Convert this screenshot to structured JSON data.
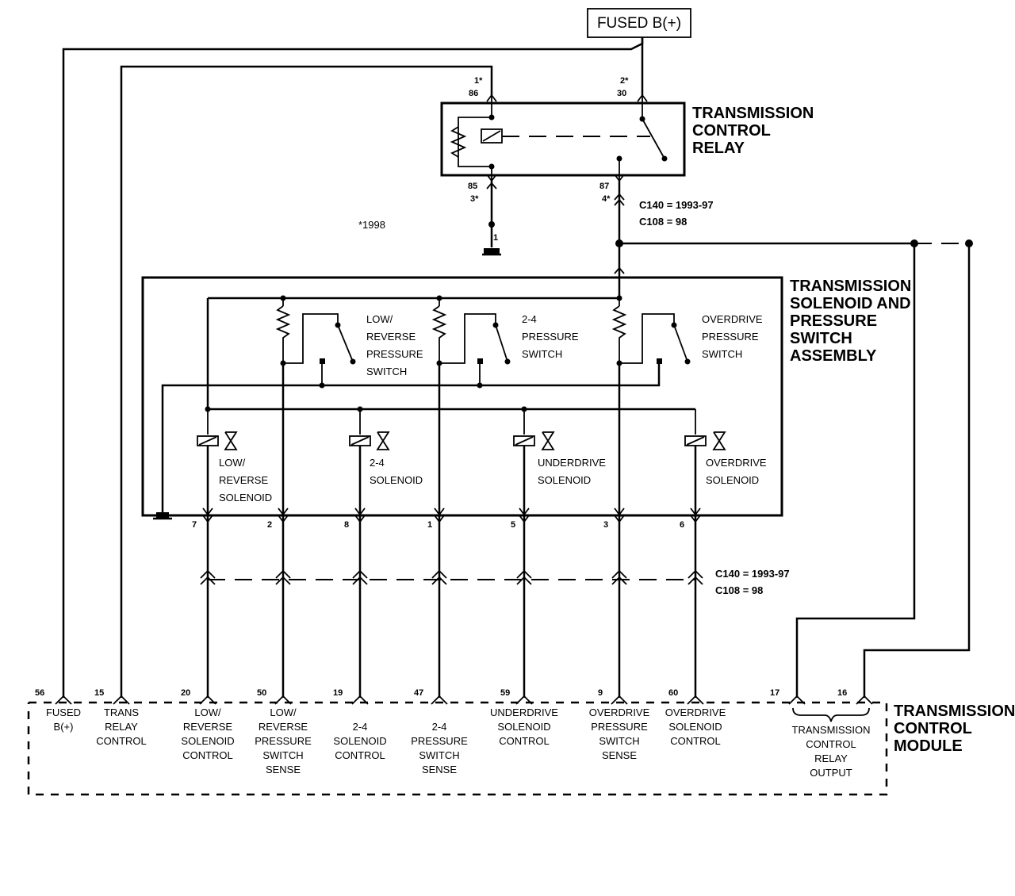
{
  "power": {
    "label": "FUSED B(+)"
  },
  "relay": {
    "title": [
      "TRANSMISSION",
      "CONTROL",
      "RELAY"
    ],
    "pin86": {
      "star": "1*",
      "num": "86"
    },
    "pin30": {
      "star": "2*",
      "num": "30"
    },
    "pin85": {
      "num": "85",
      "star": "3*"
    },
    "pin87": {
      "num": "87",
      "star": "4*"
    },
    "ground_pin": "1"
  },
  "note_1998": "*1998",
  "connector_top": {
    "line1": "C140 = 1993-97",
    "line2": "C108 = 98"
  },
  "connector_bottom": {
    "line1": "C140 = 1993-97",
    "line2": "C108 = 98"
  },
  "assembly": {
    "title": [
      "TRANSMISSION",
      "SOLENOID AND",
      "PRESSURE",
      "SWITCH",
      "ASSEMBLY"
    ],
    "switches": [
      {
        "lines": [
          "LOW/",
          "REVERSE",
          "PRESSURE",
          "SWITCH"
        ]
      },
      {
        "lines": [
          "2-4",
          "PRESSURE",
          "SWITCH"
        ]
      },
      {
        "lines": [
          "OVERDRIVE",
          "PRESSURE",
          "SWITCH"
        ]
      }
    ],
    "solenoids": [
      {
        "lines": [
          "LOW/",
          "REVERSE",
          "SOLENOID"
        ]
      },
      {
        "lines": [
          "2-4",
          "SOLENOID"
        ]
      },
      {
        "lines": [
          "UNDERDRIVE",
          "SOLENOID"
        ]
      },
      {
        "lines": [
          "OVERDRIVE",
          "SOLENOID"
        ]
      }
    ],
    "pins": [
      "7",
      "2",
      "8",
      "1",
      "5",
      "3",
      "6"
    ]
  },
  "tcm": {
    "title": [
      "TRANSMISSION",
      "CONTROL",
      "MODULE"
    ],
    "pins": [
      {
        "num": "56",
        "lines": [
          "FUSED",
          "B(+)"
        ]
      },
      {
        "num": "15",
        "lines": [
          "TRANS",
          "RELAY",
          "CONTROL"
        ]
      },
      {
        "num": "20",
        "lines": [
          "LOW/",
          "REVERSE",
          "SOLENOID",
          "CONTROL"
        ]
      },
      {
        "num": "50",
        "lines": [
          "LOW/",
          "REVERSE",
          "PRESSURE",
          "SWITCH",
          "SENSE"
        ]
      },
      {
        "num": "19",
        "lines": [
          "2-4",
          "SOLENOID",
          "CONTROL"
        ]
      },
      {
        "num": "47",
        "lines": [
          "2-4",
          "PRESSURE",
          "SWITCH",
          "SENSE"
        ]
      },
      {
        "num": "59",
        "lines": [
          "UNDERDRIVE",
          "SOLENOID",
          "CONTROL"
        ]
      },
      {
        "num": "9",
        "lines": [
          "OVERDRIVE",
          "PRESSURE",
          "SWITCH",
          "SENSE"
        ]
      },
      {
        "num": "60",
        "lines": [
          "OVERDRIVE",
          "SOLENOID",
          "CONTROL"
        ]
      },
      {
        "num": "17",
        "lines": []
      },
      {
        "num": "16",
        "lines": []
      }
    ],
    "relay_output": [
      "TRANSMISSION",
      "CONTROL",
      "RELAY",
      "OUTPUT"
    ]
  }
}
